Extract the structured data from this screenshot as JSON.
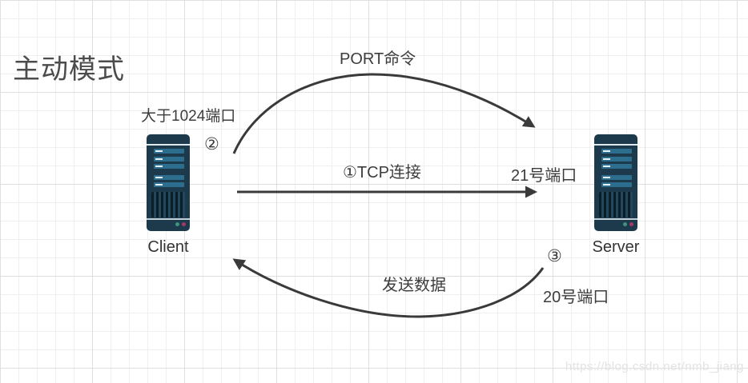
{
  "title": "主动模式",
  "client": {
    "label": "Client",
    "port_label": "大于1024端口",
    "step_badge": "②"
  },
  "server": {
    "label": "Server",
    "port21_label": "21号端口",
    "port20_label": "20号端口",
    "step_badge": "③"
  },
  "connections": {
    "port_command_label": "PORT命令",
    "tcp_label": "①TCP连接",
    "send_data_label": "发送数据"
  },
  "watermark": "https://blog.csdn.net/nmb_jiang",
  "colors": {
    "arrow": "#3a3a3a",
    "text": "#3d3d3d",
    "title_text": "#4c4c4c",
    "server_body": "#1d3a4c",
    "server_bar": "#2d6e8e",
    "separator_light": "#dfe9ee",
    "separator_base": "#c3cfd6",
    "dot_green": "#41927c",
    "dot_red": "#a23a66",
    "grid_minor": "#efefef",
    "grid_major": "#dfdfdf",
    "watermark_text": "#e3e3e3"
  }
}
